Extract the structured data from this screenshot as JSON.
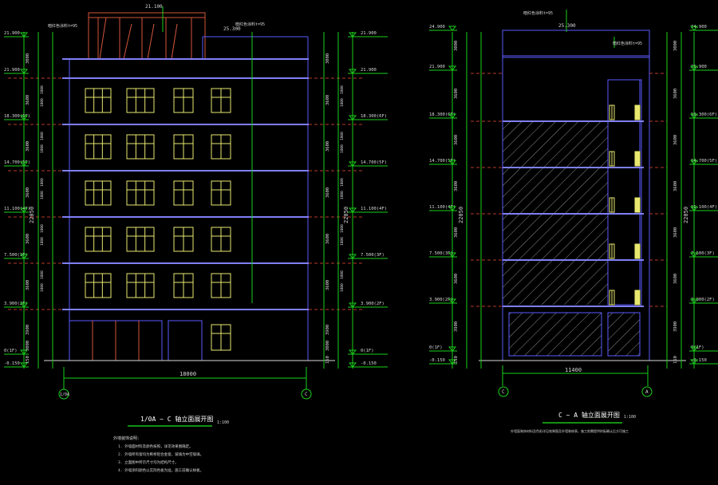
{
  "colors": {
    "background": "#000000",
    "floor_line": "#7f7ff7",
    "dimension": "#1ad11a",
    "window": "#e8e870",
    "wall": "#5a5aff",
    "axis_red": "#b83a2a",
    "title_line": "#18c018",
    "text": "#d8d8d8",
    "hatch": "#8c8c8c",
    "roof_structure": "#d4553a"
  },
  "left_elevation": {
    "title": "1/0A ~ C 轴立面展开图",
    "scale": "1:100",
    "width_dimension": "18000",
    "axis_left": "1/0A",
    "axis_right": "C",
    "top_label": "21.100",
    "parapet_label": "25.300",
    "roof_note": "暗红色涂料t=95",
    "roof_note_2": "暗红色涂料t=95",
    "levels_left": [
      "21.900",
      "21.900",
      "18.300(6F)",
      "14.700(5F)",
      "11.100(4F)",
      "7.500(3F)",
      "3.900(2F)",
      "0(1F)",
      "-0.150"
    ],
    "levels_right": [
      "21.900",
      "21.900",
      "18.300(6F)",
      "14.700(5F)",
      "11.100(4F)",
      "7.500(3F)",
      "3.900(2F)",
      "0(1F)",
      "-0.150"
    ],
    "segment_dims": [
      "3000",
      "3600",
      "3600",
      "3600",
      "3600",
      "3600",
      "3900",
      "3000",
      "150"
    ],
    "total_height": "22050",
    "notes_heading": "外墙装饰说明：",
    "notes": [
      "1. 外墙面材料及颜色按照，详见效果图确定。",
      "2. 外墙所有窗均为断桥铝合金窗，玻璃为中空玻璃。",
      "3. 立面图中所示尺寸均为结构尺寸。",
      "4. 外墙涂料颜色以实际色板为准，施工前确认样板。"
    ]
  },
  "right_elevation": {
    "title": "C ~ A 轴立面展开图",
    "scale": "1:100",
    "width_dimension": "11400",
    "axis_left": "C",
    "axis_right": "A",
    "parapet_label": "25.300",
    "roof_note": "暗红色涂料t=95",
    "roof_note_2": "暗红色涂料t=95",
    "levels_left": [
      "24.900",
      "21.900",
      "18.300(6F)",
      "14.700(5F)",
      "11.100(4F)",
      "7.500(3F)",
      "3.900(2F)",
      "0(1F)",
      "-0.150"
    ],
    "levels_right": [
      "24.900",
      "21.900",
      "18.300(6F)",
      "14.700(5F)",
      "11.100(4F)",
      "7.500(3F)",
      "3.900(2F)",
      "0(1F)",
      "-0.150"
    ],
    "segment_dims": [
      "3000",
      "3600",
      "3600",
      "3600",
      "3600",
      "3600",
      "3900",
      "150"
    ],
    "total_height": "22050",
    "note": "外墙面装饰材料及色彩详见效果图及外墙装修表，施工前需提供样板确认后方可施工"
  }
}
